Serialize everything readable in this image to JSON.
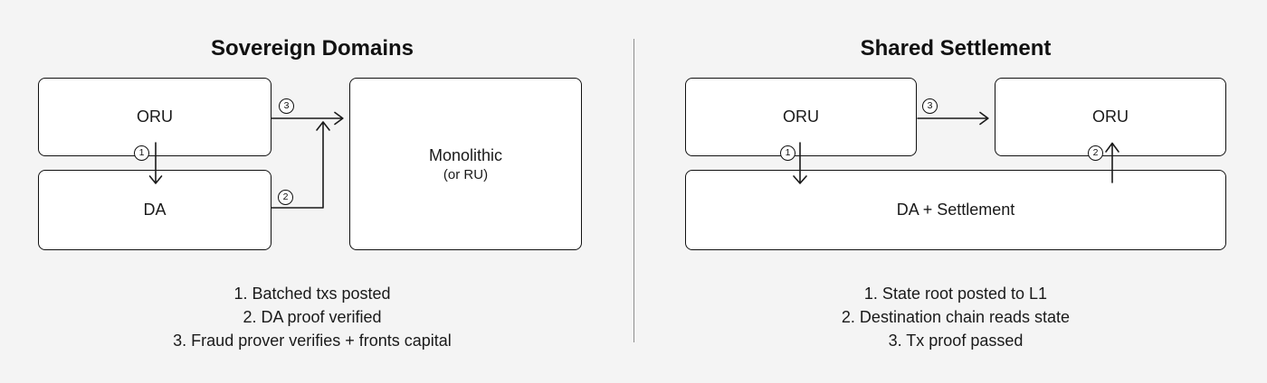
{
  "background_color": "#f4f4f4",
  "colors": {
    "box_fill": "#ffffff",
    "stroke": "#1a1a1a",
    "divider": "#8e8e8e",
    "text": "#1a1a1a"
  },
  "panels": {
    "left": {
      "title": "Sovereign Domains",
      "boxes": {
        "oru": "ORU",
        "da": "DA",
        "monolithic": {
          "line1": "Monolithic",
          "line2": "(or RU)"
        }
      },
      "steps": {
        "s1": "1",
        "s2": "2",
        "s3": "3"
      },
      "legend": [
        "1. Batched txs posted",
        "2. DA proof verified",
        "3. Fraud prover verifies + fronts capital"
      ]
    },
    "right": {
      "title": "Shared Settlement",
      "boxes": {
        "oru_source": "ORU",
        "oru_destination": "ORU",
        "da_settlement": "DA + Settlement"
      },
      "steps": {
        "s1": "1",
        "s2": "2",
        "s3": "3"
      },
      "legend": [
        "1. State root posted to L1",
        "2. Destination chain reads state",
        "3. Tx proof passed"
      ]
    }
  }
}
